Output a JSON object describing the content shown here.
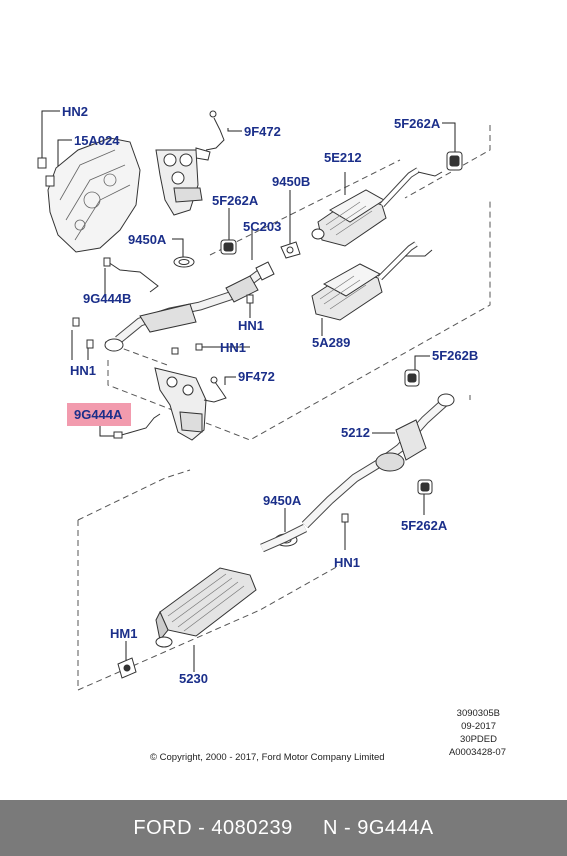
{
  "diagram": {
    "labels": {
      "hn2": "HN2",
      "c15a024": "15A024",
      "f9472_top": "9F472",
      "f5262a_top": "5F262A",
      "e5212": "5E212",
      "b9450": "9450B",
      "f5262a_mid": "5F262A",
      "a9450_top": "9450A",
      "c5203": "5C203",
      "g9444b": "9G444B",
      "hn1_a": "HN1",
      "a5289": "5A289",
      "hn1_b": "HN1",
      "hn1_c": "HN1",
      "f5262b": "5F262B",
      "f9472_mid": "9F472",
      "g9444a": "9G444A",
      "p5212": "5212",
      "a9450_low": "9450A",
      "f5262a_low": "5F262A",
      "hn1_d": "HN1",
      "hm1": "HM1",
      "p5230": "5230"
    },
    "highlight_color": "#f08aa0",
    "label_color": "#1b2f8a"
  },
  "meta": {
    "code": "3090305B",
    "date": "09-2017",
    "variant": "30PDED",
    "ref": "A0003428-07",
    "copyright": "© Copyright, 2000 - 2017, Ford Motor Company Limited"
  },
  "footer": {
    "text": "FORD - 4080239     N - 9G444A"
  }
}
